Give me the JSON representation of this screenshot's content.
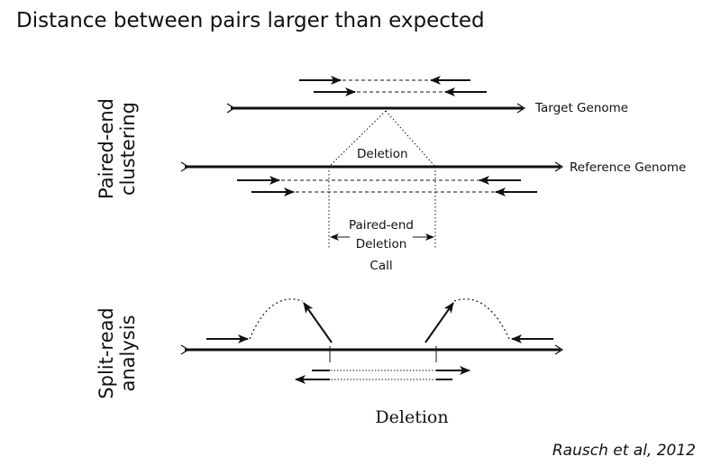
{
  "title": "Distance between pairs larger than expected",
  "citation": "Rausch et al, 2012",
  "section_labels": {
    "paired_end": [
      "Paired-end",
      "clustering"
    ],
    "split_read": [
      "Split-read",
      "analysis"
    ]
  },
  "diagram_labels": {
    "target_genome": "Target Genome",
    "reference_genome": "Reference Genome",
    "deletion_top": "Deletion",
    "call_lines": [
      "Paired-end",
      "Deletion",
      "Call"
    ],
    "deletion_bottom": "Deletion"
  }
}
